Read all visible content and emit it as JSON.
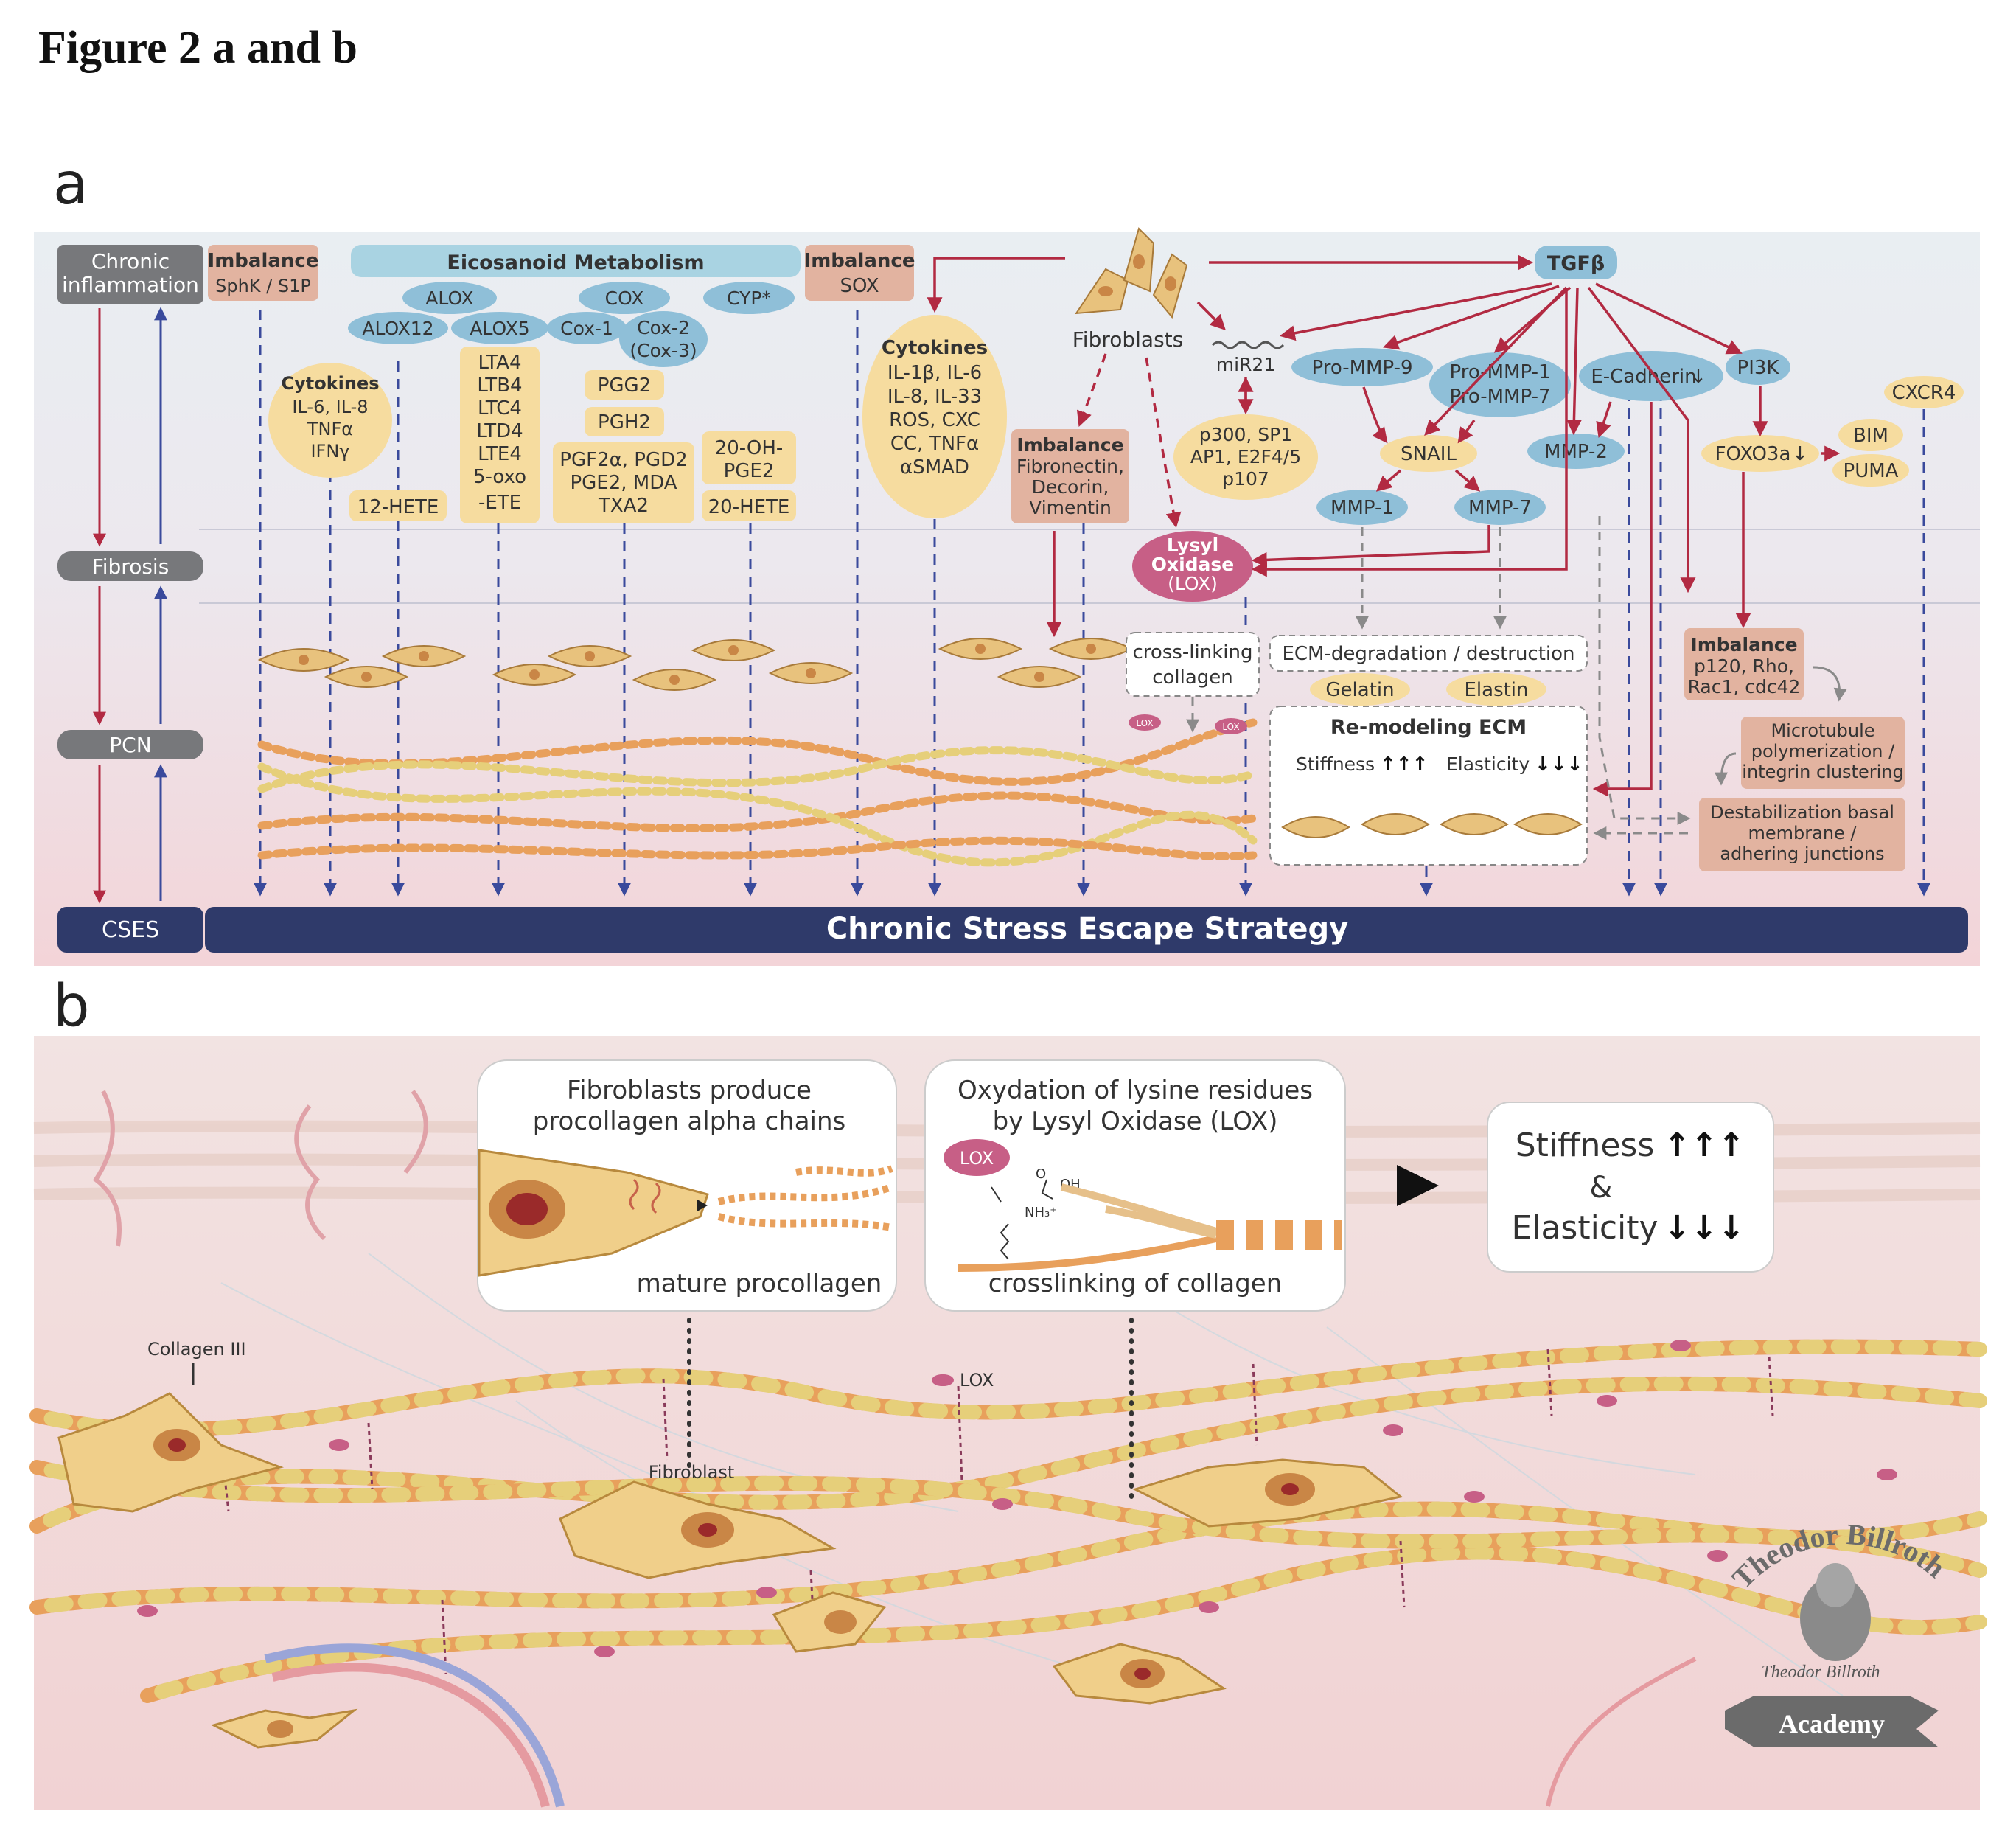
{
  "figure_title": "Figure 2 a and b",
  "panel_a": {
    "letter": "a",
    "levels": {
      "chronic_inflammation": [
        "Chronic",
        "inflammation"
      ],
      "fibrosis": "Fibrosis",
      "pcn": "PCN",
      "cses": "CSES"
    },
    "bottom_bar": "Chronic Stress Escape Strategy",
    "imbalance_sphk": {
      "title": "Imbalance",
      "body": "SphK / S1P"
    },
    "eicosanoid": {
      "title": "Eicosanoid Metabolism",
      "alox": "ALOX",
      "alox12": "ALOX12",
      "alox5": "ALOX5",
      "cox": "COX",
      "cox1": "Cox-1",
      "cox2": [
        "Cox-2",
        "(Cox-3)"
      ],
      "cyp": "CYP*",
      "hete12": "12-HETE",
      "alox5_products": [
        "LTA4",
        "LTB4",
        "LTC4",
        "LTD4",
        "LTE4",
        "5-oxo",
        "-ETE"
      ],
      "pgg2": "PGG2",
      "pgh2": "PGH2",
      "pgf": [
        "PGF2α, PGD2",
        "PGE2, MDA",
        "TXA2"
      ],
      "oh_pge2": [
        "20-OH-",
        "PGE2"
      ],
      "hete20": "20-HETE"
    },
    "cytokines_left": {
      "title": "Cytokines",
      "lines": [
        "IL-6, IL-8",
        "TNFα",
        "IFNγ"
      ]
    },
    "imbalance_sox": {
      "title": "Imbalance",
      "body": "SOX"
    },
    "cytokines_right": {
      "title": "Cytokines",
      "lines": [
        "IL-1β, IL-6",
        "IL-8, IL-33",
        "ROS, CXC",
        "CC, TNFα",
        "αSMAD"
      ]
    },
    "fibroblasts": "Fibroblasts",
    "imbalance_fib": {
      "title": "Imbalance",
      "lines": [
        "Fibronectin,",
        "Decorin,",
        "Vimentin"
      ]
    },
    "mir21": "miR21",
    "p300": [
      "p300, SP1",
      "AP1, E2F4/5",
      "p107"
    ],
    "lox": [
      "Lysyl",
      "Oxidase",
      "(LOX)"
    ],
    "tgfb": "TGFβ",
    "pro_mmp9": "Pro-MMP-9",
    "pro_mmp1": [
      "Pro-MMP-1",
      "Pro-MMP-7"
    ],
    "ecadherin": "E-Cadherin",
    "pi3k": "PI3K",
    "cxcr4": "CXCR4",
    "snail": "SNAIL",
    "mmp2": "MMP-2",
    "foxo3a": "FOXO3a",
    "bim": "BIM",
    "puma": "PUMA",
    "mmp1": "MMP-1",
    "mmp7": "MMP-7",
    "crosslinking": [
      "cross-linking",
      "collagen"
    ],
    "lox_small": "LOX",
    "ecm_deg": "ECM-degradation / destruction",
    "gelatin": "Gelatin",
    "elastin": "Elastin",
    "remodeling": {
      "title": "Re-modeling ECM",
      "stiffness": "Stiffness",
      "elasticity": "Elasticity"
    },
    "imbalance_p120": {
      "title": "Imbalance",
      "lines": [
        "p120, Rho,",
        "Rac1, cdc42"
      ]
    },
    "microtubule": [
      "Microtubule",
      "polymerization /",
      "integrin clustering"
    ],
    "destab": [
      "Destabilization basal",
      "membrane /",
      "adhering junctions"
    ]
  },
  "panel_b": {
    "letter": "b",
    "box1": {
      "title": [
        "Fibroblasts produce",
        "procollagen alpha chains"
      ],
      "caption": "mature procollagen"
    },
    "box2": {
      "title": [
        "Oxydation of lysine residues",
        "by Lysyl Oxidase  (LOX)"
      ],
      "caption": "crosslinking of collagen",
      "lox": "LOX",
      "chem_o": "O",
      "chem_oh": "OH",
      "chem_nh3": "NH₃⁺"
    },
    "box3": {
      "stiffness": "Stiffness",
      "amp": "&",
      "elasticity": "Elasticity"
    },
    "collagen_label": "Collagen III",
    "lox_label": "LOX",
    "fibroblast_label": "Fibroblast",
    "logo": {
      "name": "Theodor Billroth",
      "academy": "Academy",
      "signature": "Theodor Billroth"
    }
  },
  "colors": {
    "gray_label": "#77787b",
    "salmon": "#e2b3a0",
    "light_blue": "#a9d3e2",
    "blue_node": "#8fbfd8",
    "yellow_node": "#f6dc9f",
    "lox_pink": "#c75f86",
    "navy_bar": "#2f3a6a",
    "red_arrow": "#b22a42",
    "blue_arrow": "#3a4a9c"
  }
}
